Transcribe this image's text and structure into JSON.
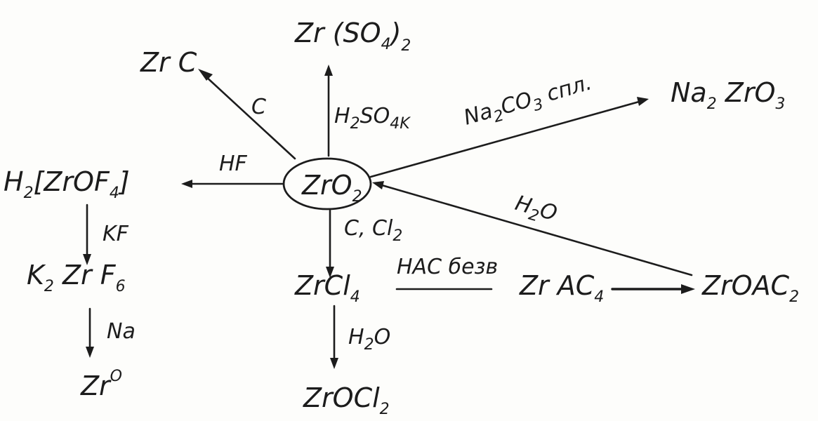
{
  "center": {
    "text": "ZrO",
    "sub": "2"
  },
  "nodes": {
    "zr_c": {
      "text": "Zr C"
    },
    "zr_so4_2": {
      "a": "Zr (SO",
      "b": "4",
      "c": ")",
      "d": "2"
    },
    "na2zro3": {
      "a": "Na",
      "b": "2",
      "c": " ZrO",
      "d": "3"
    },
    "h2zrof4": {
      "a": "H",
      "b": "2",
      "c": "[ZrOF",
      "d": "4",
      "e": "]"
    },
    "k2zrf6": {
      "a": "K",
      "b": "2",
      "c": " Zr F",
      "d": "6"
    },
    "zr0": {
      "a": "Zr",
      "b": "O"
    },
    "zrcl4": {
      "a": "ZrCl",
      "b": "4"
    },
    "zrocl2": {
      "a": "ZrOCl",
      "b": "2"
    },
    "zrac4": {
      "a": "Zr AC",
      "b": "4"
    },
    "zroac2": {
      "a": "ZrOAC",
      "b": "2"
    }
  },
  "labels": {
    "c": "C",
    "h2so4k": {
      "a": "H",
      "b": "2",
      "c": "SO",
      "d": "4K"
    },
    "na2co3": {
      "a": "Na",
      "b": "2",
      "c": "CO",
      "d": "3",
      "e": " спл."
    },
    "hf": "HF",
    "h2o_back": {
      "a": "H",
      "b": "2",
      "c": "O"
    },
    "c_cl2": {
      "a": "C, Cl",
      "b": "2"
    },
    "hac": "HAC безв",
    "h2o_down": {
      "a": "H",
      "b": "2",
      "c": "O"
    },
    "kf": "KF",
    "na": "Na"
  }
}
